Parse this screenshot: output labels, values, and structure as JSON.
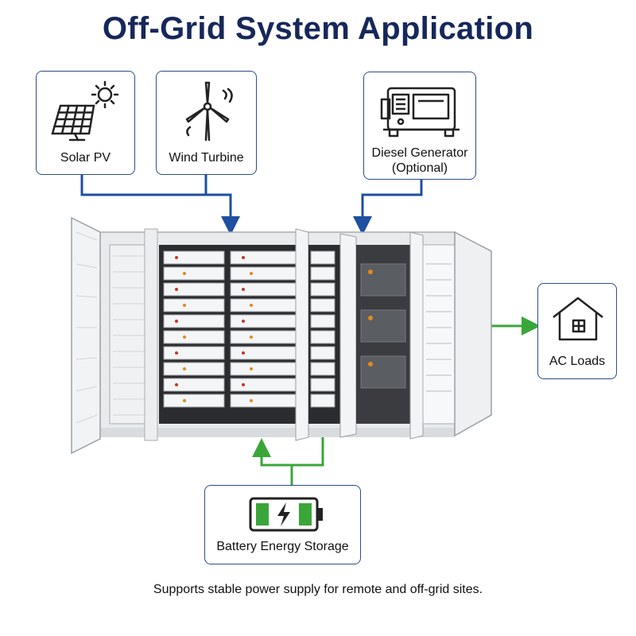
{
  "title": "Off-Grid System Application",
  "sources": {
    "solar": {
      "label": "Solar PV",
      "icon": "solar-panel-icon"
    },
    "wind": {
      "label": "Wind Turbine",
      "icon": "wind-turbine-icon"
    },
    "diesel": {
      "label_line1": "Diesel Generator",
      "label_line2": "(Optional)",
      "icon": "diesel-generator-icon"
    }
  },
  "loads": {
    "label": "AC Loads",
    "icon": "house-icon"
  },
  "storage": {
    "label": "Battery Energy Storage",
    "icon": "battery-icon"
  },
  "caption": "Supports stable power supply for remote and off-grid sites.",
  "colors": {
    "title": "#16285a",
    "box_border": "#2a4d8f",
    "blue_flow": "#1f4fa0",
    "green_flow": "#3aa63a",
    "cabinet": "#e8eaec"
  }
}
